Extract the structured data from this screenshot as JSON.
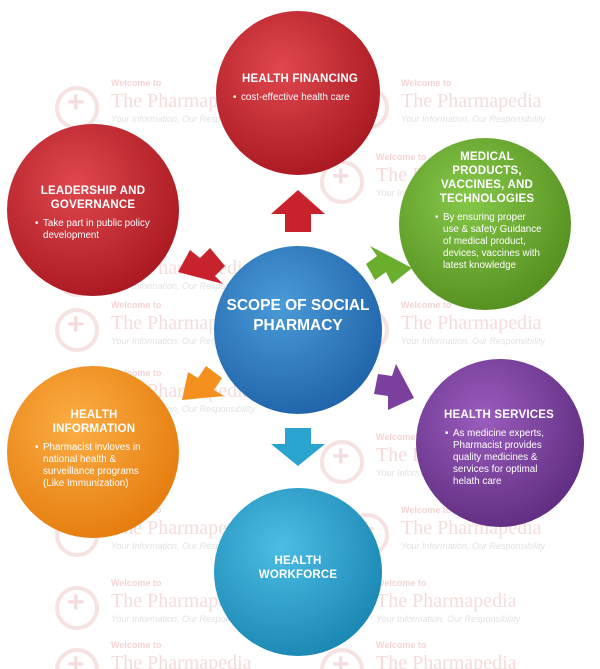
{
  "watermark": {
    "line1": "Welcome to",
    "line2": "The Pharmapedia",
    "line3": "Your Information, Our Responsibility"
  },
  "center": {
    "title": "SCOPE OF SOCIAL PHARMACY",
    "color": "#2E7FC4"
  },
  "nodes": {
    "financing": {
      "title": "HEALTH FINANCING",
      "bullets": [
        "cost-effective health care"
      ],
      "color": "#C8232C"
    },
    "leadership": {
      "title": "LEADERSHIP AND GOVERNANCE",
      "bullets": [
        "Take part in public policy development"
      ],
      "color": "#C8232C"
    },
    "medical": {
      "title": "MEDICAL PRODUCTS, VACCINES, AND TECHNOLOGIES",
      "bullets": [
        "By ensuring proper use & safety Guidance of medical product, devices, vaccines with latest knowledge"
      ],
      "color": "#6AAE2E"
    },
    "information": {
      "title": "HEALTH INFORMATION",
      "bullets": [
        "Pharmacist invloves in national health & surveillance programs (Like Immunization)"
      ],
      "color": "#F3901E"
    },
    "services": {
      "title": "HEALTH SERVICES",
      "bullets": [
        "As medicine experts, Pharmacist provides quality medicines & services for optimal helath care"
      ],
      "color": "#7B3F9E"
    },
    "workforce": {
      "title": "HEALTH WORKFORCE",
      "bullets": [],
      "color": "#2AA3CF"
    }
  },
  "arrow_colors": {
    "up": "#C8232C",
    "upleft": "#C8232C",
    "upright": "#6AAE2E",
    "downleft": "#F3901E",
    "downright": "#7B3F9E",
    "down": "#2AA3CF"
  }
}
